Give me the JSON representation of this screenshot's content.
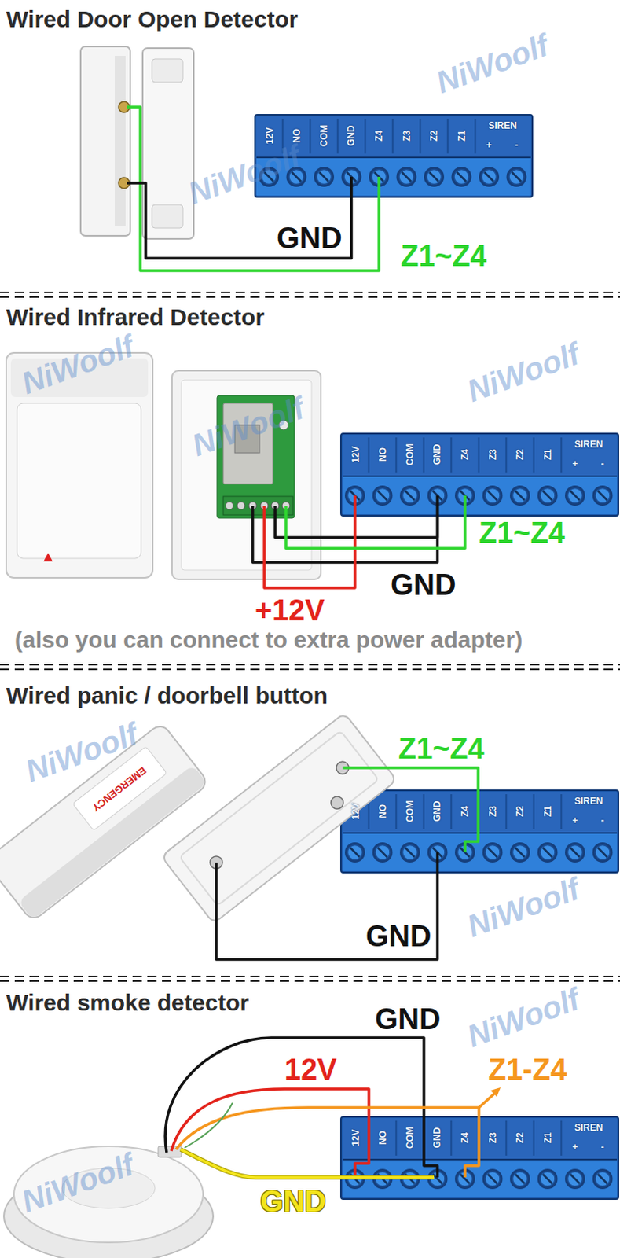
{
  "diagram": {
    "nodes": [
      {
        "text": [
          "Wired Door Open Detector"
        ]
      },
      {
        "text": [
          "12V",
          "NO",
          "COM",
          "GND",
          "Z4",
          "Z3",
          "Z2",
          "Z1",
          "SIREN",
          "+",
          "-"
        ],
        "in": 0
      },
      {
        "text": [
          "Wired Infrared Detector"
        ]
      },
      {
        "text": [
          "12V",
          "NO",
          "COM",
          "GND",
          "Z4",
          "Z3",
          "Z2",
          "Z1",
          "SIREN",
          "+",
          "-"
        ],
        "in": 2
      },
      {
        "text": [
          "Wired panic / doorbell button"
        ]
      },
      {
        "text": [
          "12V",
          "NO",
          "COM",
          "GND",
          "Z4",
          "Z3",
          "Z2",
          "Z1",
          "SIREN",
          "+",
          "-"
        ],
        "in": 4
      },
      {
        "text": [
          "Wired smoke detector"
        ]
      },
      {
        "text": [
          "12V",
          "NO",
          "COM",
          "GND",
          "Z4",
          "Z3",
          "Z2",
          "Z1",
          "SIREN",
          "+",
          "-"
        ],
        "in": 6
      }
    ],
    "labels": [
      "GND",
      "Z1~Z4",
      "NiWoolf",
      "NiWoolf",
      "Z1~Z4",
      "GND",
      "+12V",
      "(also you can connect to extra power adapter)",
      "NiWoolf",
      "NiWoolf",
      "NiWoolf",
      "EMERGENCY",
      "Z1~Z4",
      "GND",
      "NiWoolf",
      "NiWoolf",
      "GND",
      "12V",
      "Z1-Z4",
      "GND",
      "NiWoolf",
      "NiWoolf"
    ]
  }
}
